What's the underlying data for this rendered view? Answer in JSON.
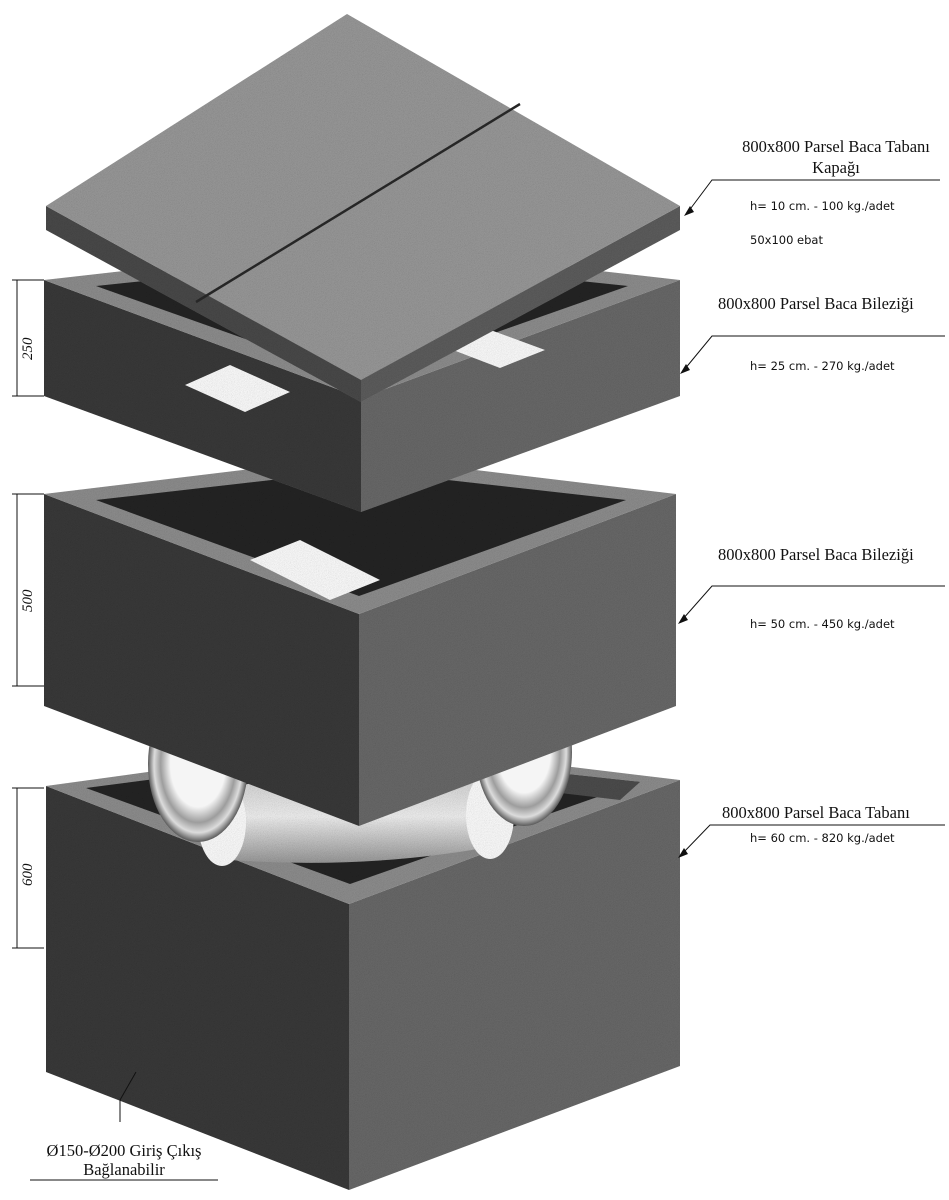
{
  "components": [
    {
      "title_lines": [
        "800x800 Parsel Baca Tabanı",
        "Kapağı"
      ],
      "specs": [
        "h= 10 cm. - 100 kg./adet",
        "50x100 ebat"
      ]
    },
    {
      "title_lines": [
        "800x800 Parsel Baca Bileziği"
      ],
      "specs": [
        "h= 25 cm. - 270 kg./adet"
      ]
    },
    {
      "title_lines": [
        "800x800 Parsel Baca Bileziği"
      ],
      "specs": [
        "h= 50 cm. - 450 kg./adet"
      ]
    },
    {
      "title_lines": [
        "800x800 Parsel Baca Tabanı"
      ],
      "specs": [
        "h= 60 cm. - 820 kg./adet"
      ]
    }
  ],
  "dimensions": [
    "250",
    "500",
    "600"
  ],
  "inlet_note": [
    "Ø150-Ø200 Giriş Çıkış",
    "Bağlanabilir"
  ],
  "colors": {
    "concrete_top": "#8f8f8f",
    "concrete_left": "#3a3a3a",
    "concrete_right": "#6a6a6a",
    "inner": "#252525"
  }
}
